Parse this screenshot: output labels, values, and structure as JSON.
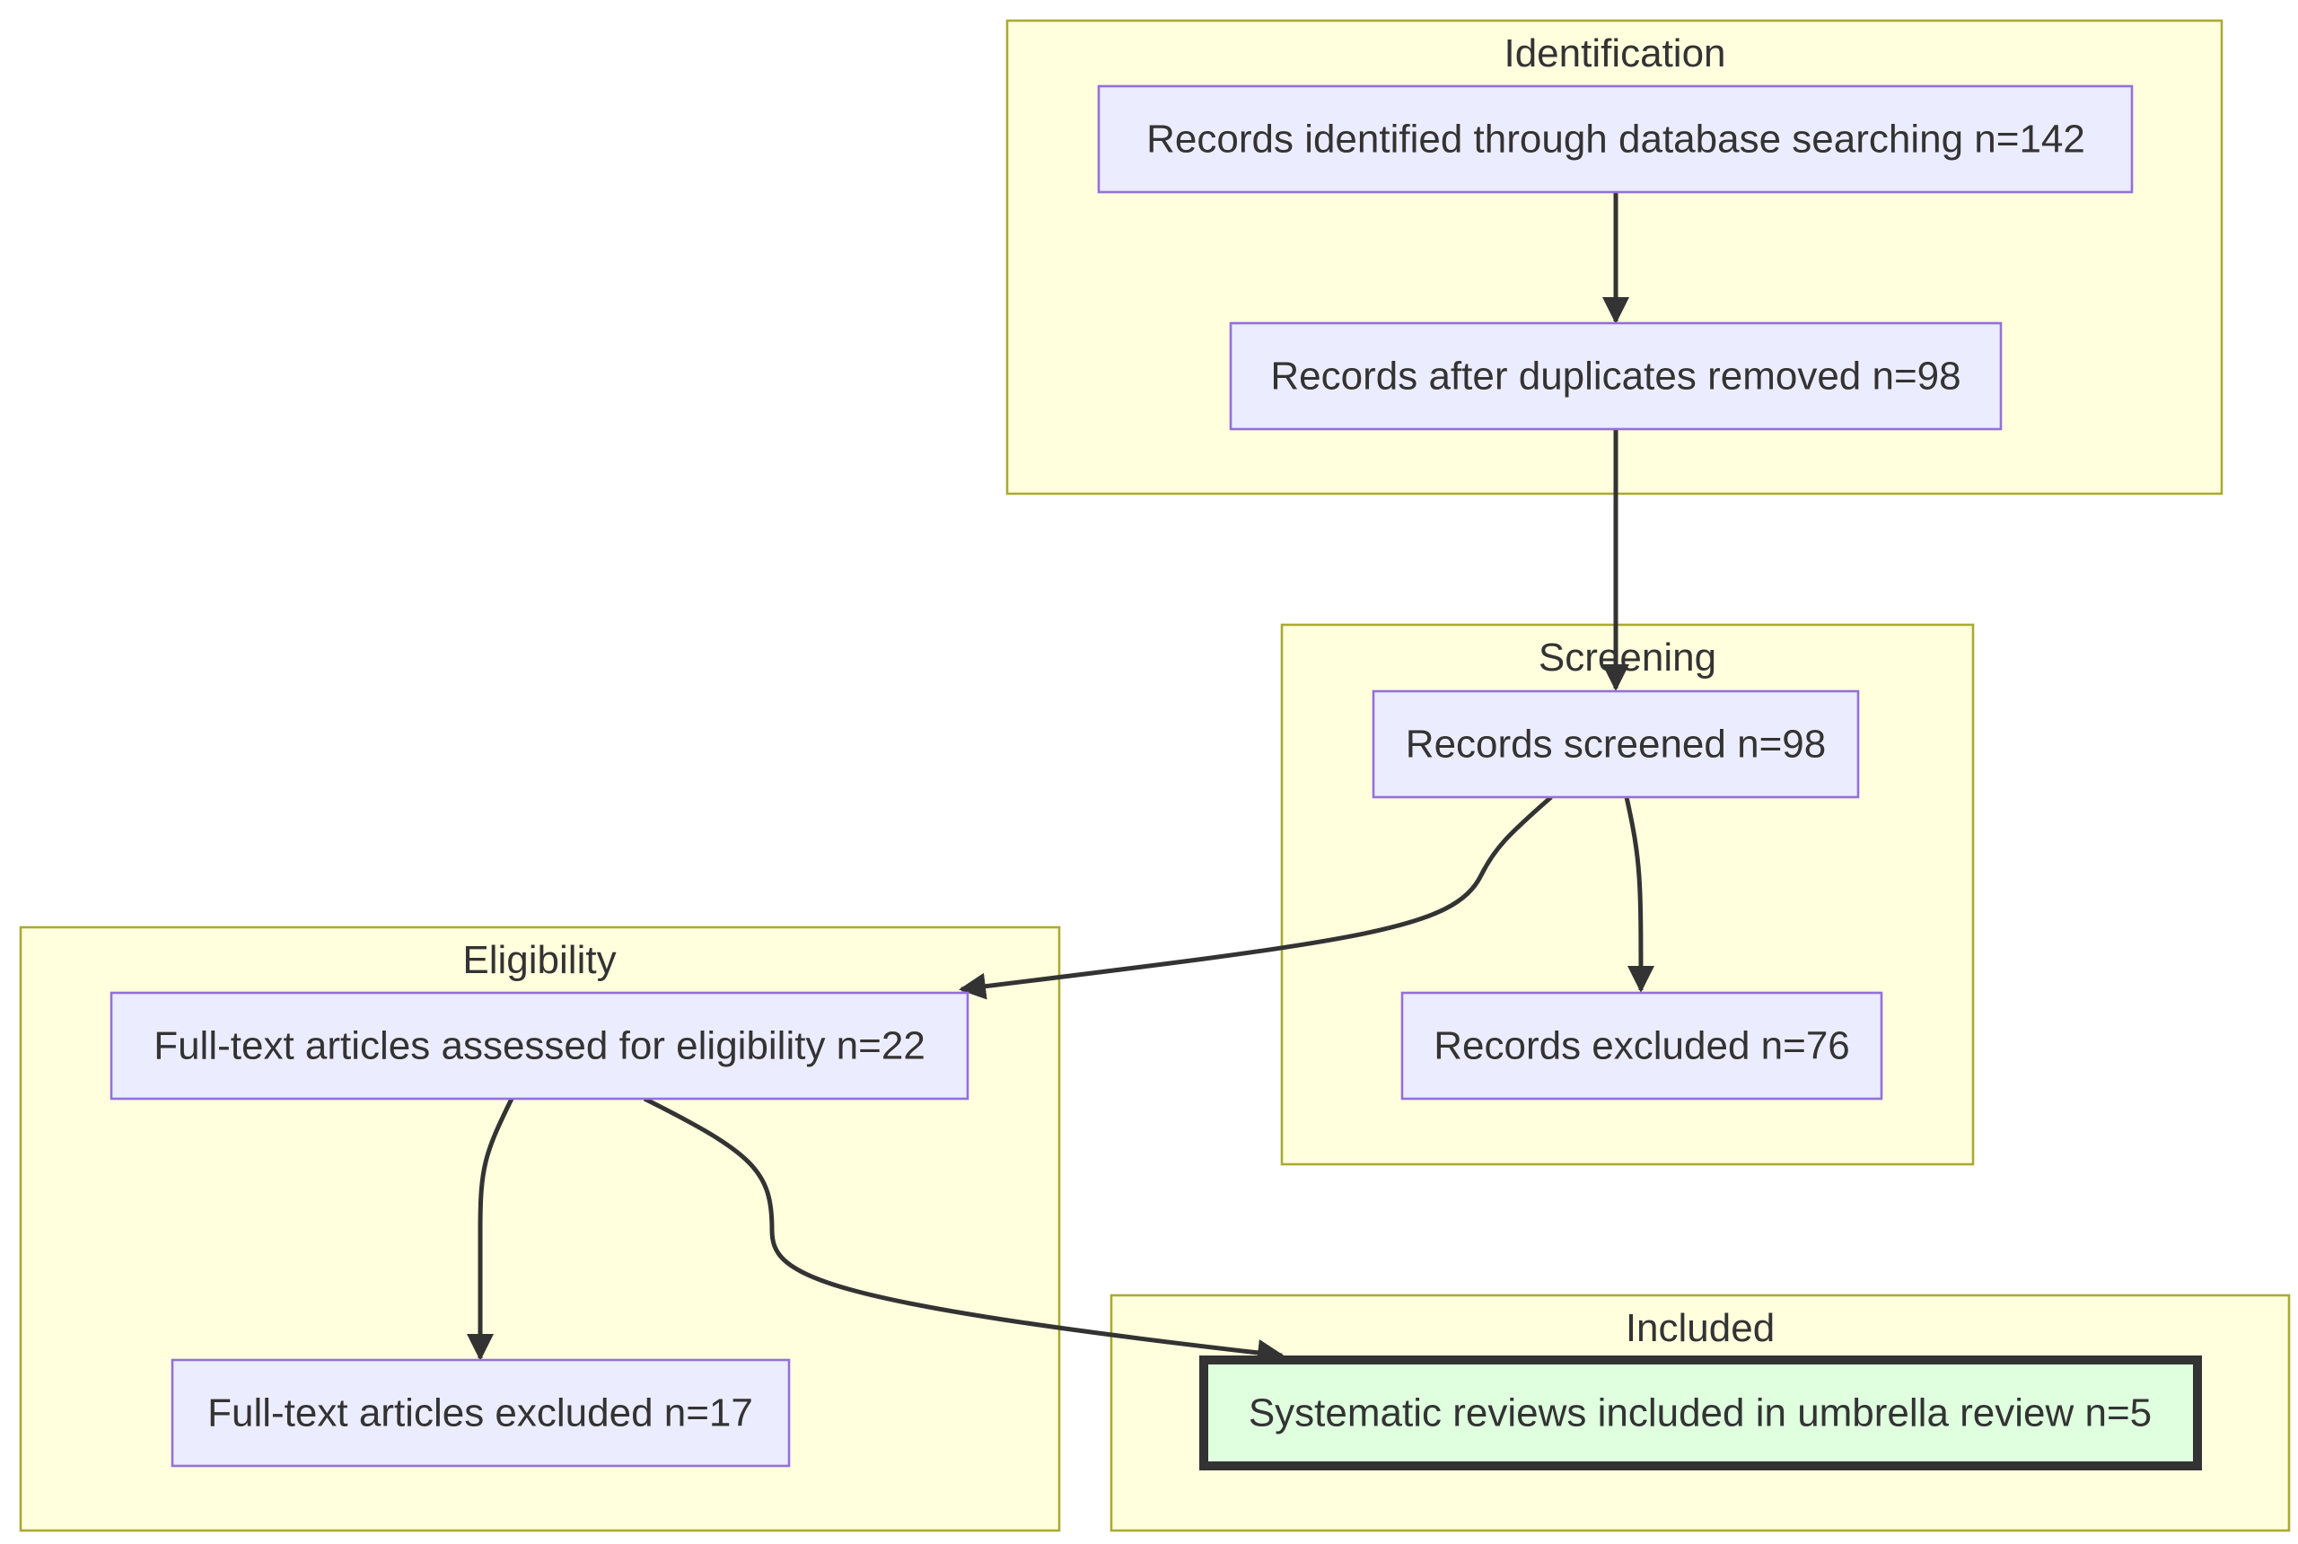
{
  "clusters": {
    "identification": "Identification",
    "screening": "Screening",
    "eligibility": "Eligibility",
    "included": "Included"
  },
  "nodes": {
    "records_identified": "Records identified through database searching n=142",
    "duplicates_removed": "Records after duplicates removed n=98",
    "records_screened": "Records screened n=98",
    "records_excluded": "Records excluded n=76",
    "fulltext_assessed": "Full-text articles assessed for eligibility n=22",
    "fulltext_excluded": "Full-text articles excluded n=17",
    "reviews_included": "Systematic reviews included in umbrella review n=5"
  },
  "colors": {
    "cluster_fill": "#ffffde",
    "cluster_border": "#aaaa33",
    "node_fill": "#ececff",
    "node_border": "#9370db",
    "final_node_fill": "#dfffdf",
    "edge": "#333333"
  }
}
